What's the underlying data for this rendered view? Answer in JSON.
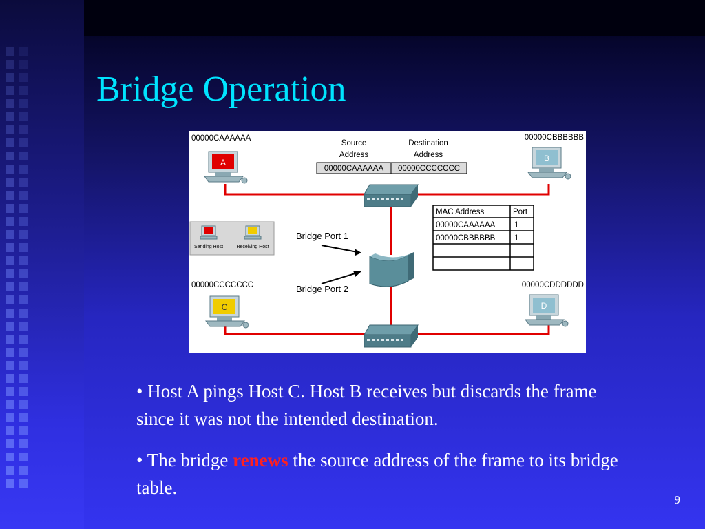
{
  "slide": {
    "title": "Bridge Operation",
    "page_number": "9"
  },
  "diagram": {
    "mac_top_left": "00000CAAAAAA",
    "mac_top_right": "00000CBBBBBB",
    "mac_bottom_left": "00000CCCCCCC",
    "mac_bottom_right": "00000CDDDDDD",
    "host_a": "A",
    "host_b": "B",
    "host_c": "C",
    "host_d": "D",
    "frame_source_line1": "Source",
    "frame_source_line2": "Address",
    "frame_dest_line1": "Destination",
    "frame_dest_line2": "Address",
    "frame_source_value": "00000CAAAAAA",
    "frame_dest_value": "00000CCCCCCC",
    "legend_sending": "Sending Host",
    "legend_receiving": "Receiving Host",
    "bridge_port_1": "Bridge Port 1",
    "bridge_port_2": "Bridge Port 2",
    "table_header_mac": "MAC Address",
    "table_header_port": "Port",
    "table_rows": [
      {
        "mac": "00000CAAAAAA",
        "port": "1"
      },
      {
        "mac": "00000CBBBBBB",
        "port": "1"
      }
    ]
  },
  "bullets": {
    "b1": "• Host A pings Host C. Host B receives but discards the frame since it was not the intended destination.",
    "b2_pre": "• The bridge ",
    "b2_highlight": "renews",
    "b2_post": " the source address of the frame to its bridge table."
  },
  "colors": {
    "title": "#00e4ff",
    "highlight": "#ff2020",
    "host_sending": "#e00000",
    "host_receiving": "#f0cc00",
    "host_idle": "#8fbfd0",
    "cable": "#e00000"
  }
}
